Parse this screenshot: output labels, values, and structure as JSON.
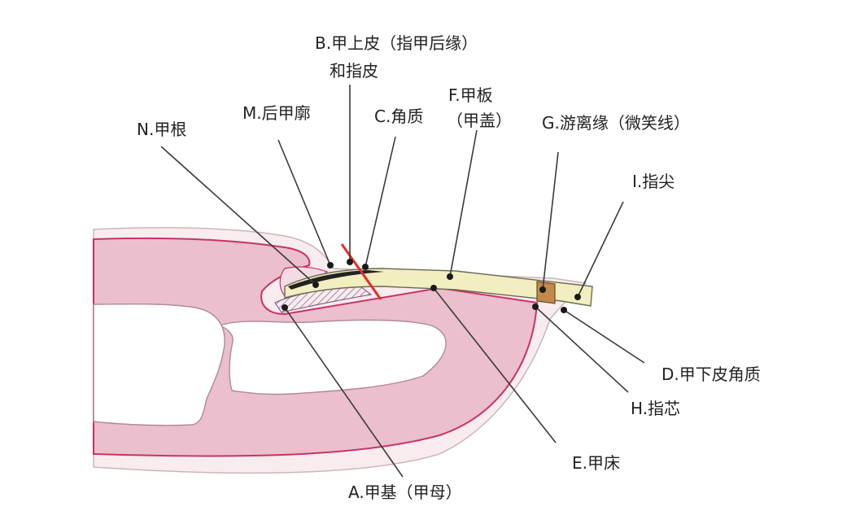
{
  "labels": {
    "B": {
      "line1": "B.甲上皮（指甲后缘）",
      "line2": "和指皮"
    },
    "M": "M.后甲廓",
    "C": "C.角质",
    "F": {
      "line1": "F.甲板",
      "line2": "（甲盖）"
    },
    "G": "G.游离缘（微笑线）",
    "N": "N.甲根",
    "I": "I.指尖",
    "D": "D.甲下皮角质",
    "H": "H.指芯",
    "E": "E.甲床",
    "A": "A.甲基（甲母）"
  },
  "colors": {
    "skin_outer": "#f8ecee",
    "tissue": "#ebbfcd",
    "tissue_edge": "#c8326a",
    "nail_plate": "#f1eec0",
    "free_edge": "#c28a4a",
    "matrix_hatch": "#9a6f9a",
    "cut_line": "#e0302c",
    "bone": "#ffffff"
  }
}
